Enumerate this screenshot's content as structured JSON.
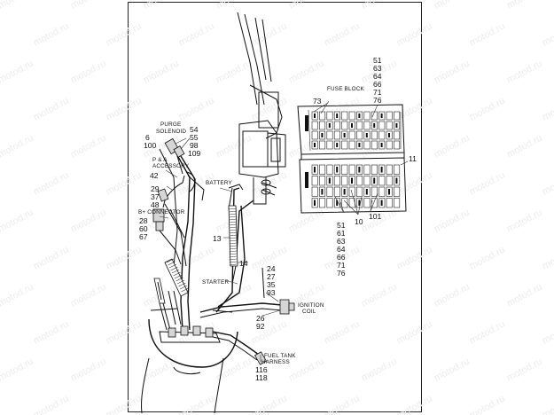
{
  "watermark": "motod.ru",
  "labels": {
    "purge_solenoid": [
      "PURGE",
      "SOLENOID"
    ],
    "purge_nums_left": [
      "6",
      "100"
    ],
    "purge_nums_right": [
      "54",
      "55",
      "98",
      "109"
    ],
    "pa_accessory": [
      "P & A",
      "ACCESSORY"
    ],
    "accessory_nums": [
      "42",
      "29",
      "37",
      "48"
    ],
    "b_connector": "B+ CONNECTOR",
    "b_nums": [
      "28",
      "60",
      "67"
    ],
    "battery": "BATTERY",
    "n13": "13",
    "n14": "14",
    "starter": "STARTER",
    "ignition_nums_top": [
      "24",
      "27",
      "35",
      "93"
    ],
    "ignition_coil": [
      "IGNITION",
      "COIL"
    ],
    "ignition_nums_bottom": [
      "26",
      "92"
    ],
    "fuel_tank": [
      "FUEL TANK",
      "HARNESS"
    ],
    "fuel_nums": [
      "116",
      "118"
    ],
    "fuse_block": "FUSE BLOCK",
    "fuse_top_nums": [
      "51",
      "63",
      "64",
      "66",
      "71",
      "76"
    ],
    "n73": "73",
    "n11": "11",
    "n10": "10",
    "n101": "101",
    "fuse_bottom_nums": [
      "51",
      "61",
      "63",
      "64",
      "66",
      "71",
      "76"
    ]
  }
}
